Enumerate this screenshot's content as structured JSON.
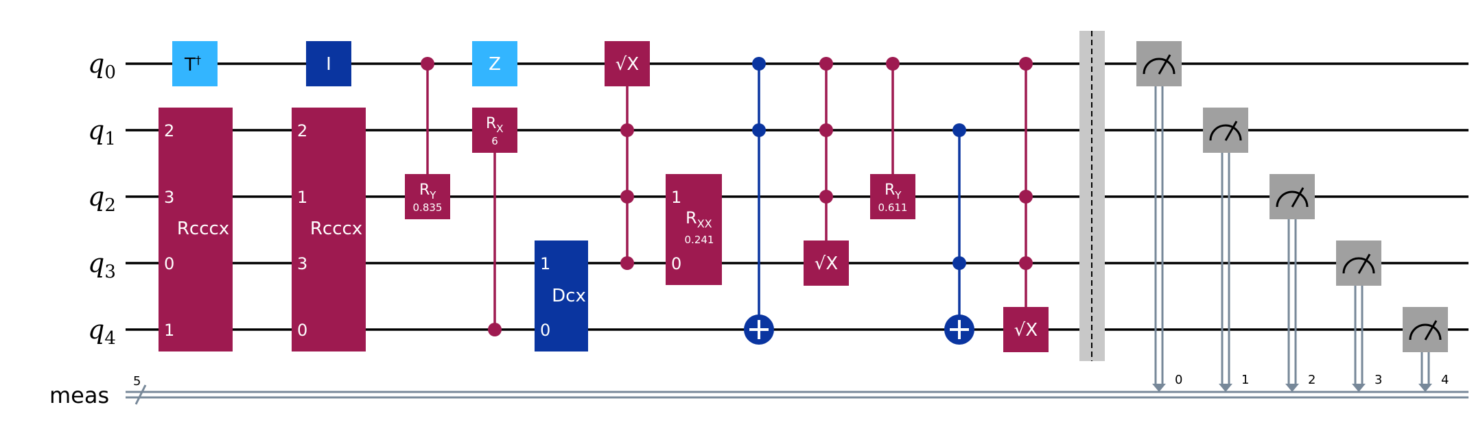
{
  "colors": {
    "crimson": "#9E1A50",
    "navy": "#0A35A0",
    "sky": "#33B5FF",
    "measure_gray": "#A0A0A0",
    "classical_wire": "#778899"
  },
  "wires": {
    "qubits": [
      {
        "name": "q",
        "index": "0"
      },
      {
        "name": "q",
        "index": "1"
      },
      {
        "name": "q",
        "index": "2"
      },
      {
        "name": "q",
        "index": "3"
      },
      {
        "name": "q",
        "index": "4"
      }
    ],
    "classical": {
      "name": "meas",
      "width": "5"
    }
  },
  "gates": {
    "tdg": {
      "label": "T",
      "sup": "†"
    },
    "rcccx1": {
      "label": "Rcccx",
      "pins": [
        "2",
        "3",
        "0",
        "1"
      ]
    },
    "id": {
      "label": "I"
    },
    "rcccx2": {
      "label": "Rcccx",
      "pins": [
        "2",
        "1",
        "3",
        "0"
      ]
    },
    "cry1": {
      "label": "R",
      "sub": "Y",
      "param": "0.835"
    },
    "z": {
      "label": "Z"
    },
    "crx": {
      "label": "R",
      "sub": "X",
      "param": "6"
    },
    "dcx": {
      "label": "Dcx",
      "pins": [
        "1",
        "0"
      ]
    },
    "csx_top": {
      "label": "√X"
    },
    "rxx": {
      "label": "R",
      "sub": "XX",
      "param": "0.241",
      "pins": [
        "1",
        "0"
      ]
    },
    "csx_mid": {
      "label": "√X"
    },
    "cry2": {
      "label": "R",
      "sub": "Y",
      "param": "0.611"
    },
    "csx_bot": {
      "label": "√X"
    }
  },
  "measurements": {
    "bits": [
      "0",
      "1",
      "2",
      "3",
      "4"
    ]
  }
}
